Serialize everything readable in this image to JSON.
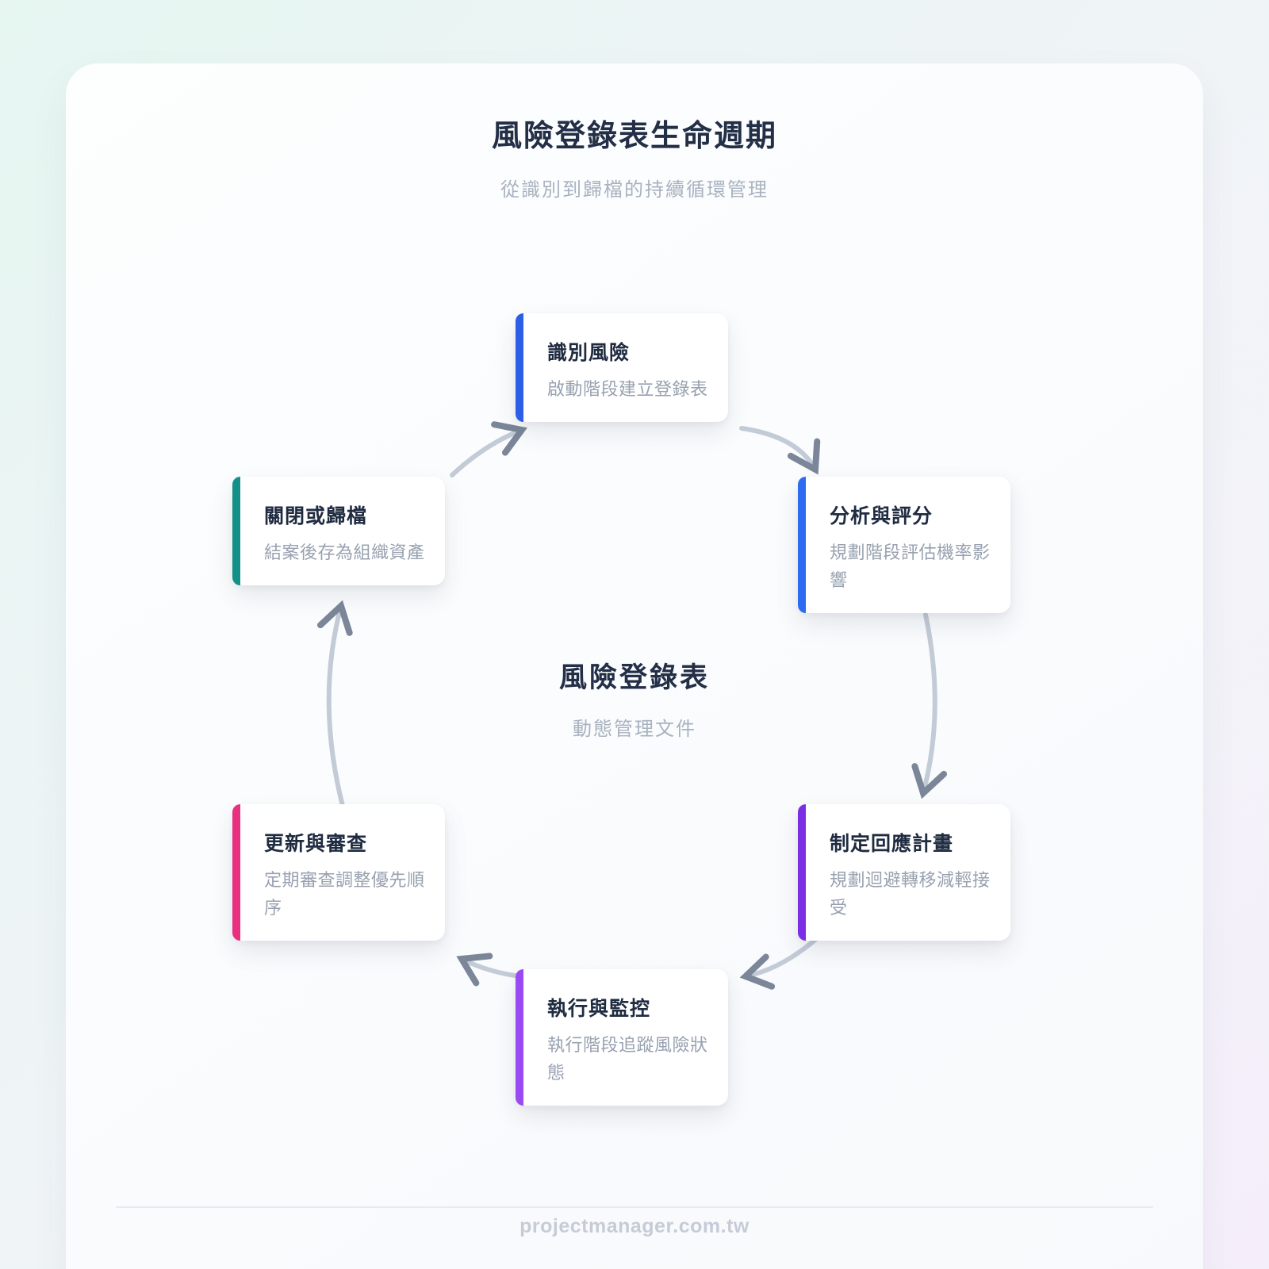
{
  "page": {
    "title": "風險登錄表生命週期",
    "subtitle": "從識別到歸檔的持續循環管理",
    "footer": "projectmanager.com.tw"
  },
  "center": {
    "title": "風險登錄表",
    "subtitle": "動態管理文件"
  },
  "colors": {
    "background_start": "#e6f6f1",
    "background_end": "#f5eefa",
    "card_surface": "#ffffff",
    "heading_text": "#232f47",
    "muted_text": "#a9b2c0",
    "card_desc_text": "#98a1b0",
    "arrow_line": "#c3cbd7",
    "arrow_head": "#7b8799"
  },
  "steps": [
    {
      "id": "identify",
      "title": "識別風險",
      "description": "啟動階段建立登錄表",
      "accent_color": "#2d5ee8",
      "position": "top"
    },
    {
      "id": "analyze",
      "title": "分析與評分",
      "description": "規劃階段評估機率影響",
      "accent_color": "#2e6bf0",
      "position": "right-top"
    },
    {
      "id": "respond",
      "title": "制定回應計畫",
      "description": "規劃迴避轉移減輕接受",
      "accent_color": "#7c2ee4",
      "position": "right-bottom"
    },
    {
      "id": "monitor",
      "title": "執行與監控",
      "description": "執行階段追蹤風險狀態",
      "accent_color": "#9b4af3",
      "position": "bottom"
    },
    {
      "id": "review",
      "title": "更新與審查",
      "description": "定期審查調整優先順序",
      "accent_color": "#e93080",
      "position": "left-bottom"
    },
    {
      "id": "close",
      "title": "關閉或歸檔",
      "description": "結案後存為組織資產",
      "accent_color": "#139188",
      "position": "left-top"
    }
  ]
}
